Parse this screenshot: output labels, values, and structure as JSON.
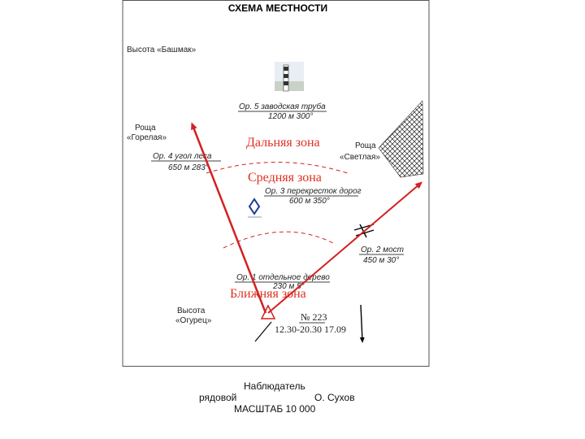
{
  "title": "СХЕМА МЕСТНОСТИ",
  "colors": {
    "accent": "#d42020",
    "zone_text": "#e03020",
    "line": "#000000"
  },
  "landmarks": {
    "height_bashmak": "Высота «Башмак»",
    "grove_gorelaya_1": "Роща",
    "grove_gorelaya_2": "«Горелая»",
    "grove_svetlaya_1": "Роща",
    "grove_svetlaya_2": "«Светлая»",
    "height_ogurets_1": "Высота",
    "height_ogurets_2": "«Огурец»"
  },
  "reference_points": [
    {
      "name": "Ор. 5 заводская труба",
      "bearing": "1200 м 300°"
    },
    {
      "name": "Ор. 4 угол леса",
      "bearing": "650 м 283°"
    },
    {
      "name": "Ор. 3 перекресток дорог",
      "bearing": "600 м 350°"
    },
    {
      "name": "Ор. 2 мост",
      "bearing": "450 м 30°"
    },
    {
      "name": "Ор. 1 отдельное дерево",
      "bearing": "230 м 5°"
    }
  ],
  "zones": {
    "far": "Дальняя зона",
    "middle": "Средняя зона",
    "near": "Ближняя зона"
  },
  "post": {
    "number": "№ 223",
    "time": "12.30-20.30 17.09"
  },
  "footer": {
    "observer": "Наблюдатель",
    "rank": "рядовой",
    "name": "О. Сухов",
    "scale": "МАСШТАБ 10 000"
  }
}
